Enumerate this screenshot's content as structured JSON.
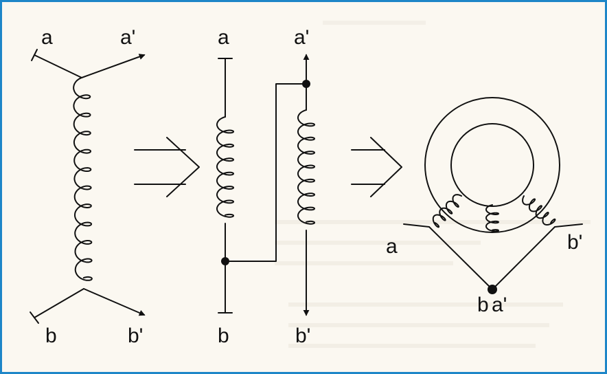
{
  "diagram": {
    "panel1": {
      "labels": {
        "top_left": "a",
        "top_right": "a'",
        "bottom_left": "b",
        "bottom_right": "b'"
      }
    },
    "panel2": {
      "labels": {
        "coil1_top": "a",
        "coil1_bottom": "b",
        "coil2_top": "a'",
        "coil2_bottom": "b'"
      }
    },
    "panel3": {
      "labels": {
        "left": "a",
        "right": "b'",
        "bottom": "b",
        "bottom2": "a'"
      }
    }
  },
  "colors": {
    "border": "#1e86c8",
    "background": "#fbf8f1",
    "ink": "#111111",
    "ghost_text": "#e6e1d8"
  }
}
